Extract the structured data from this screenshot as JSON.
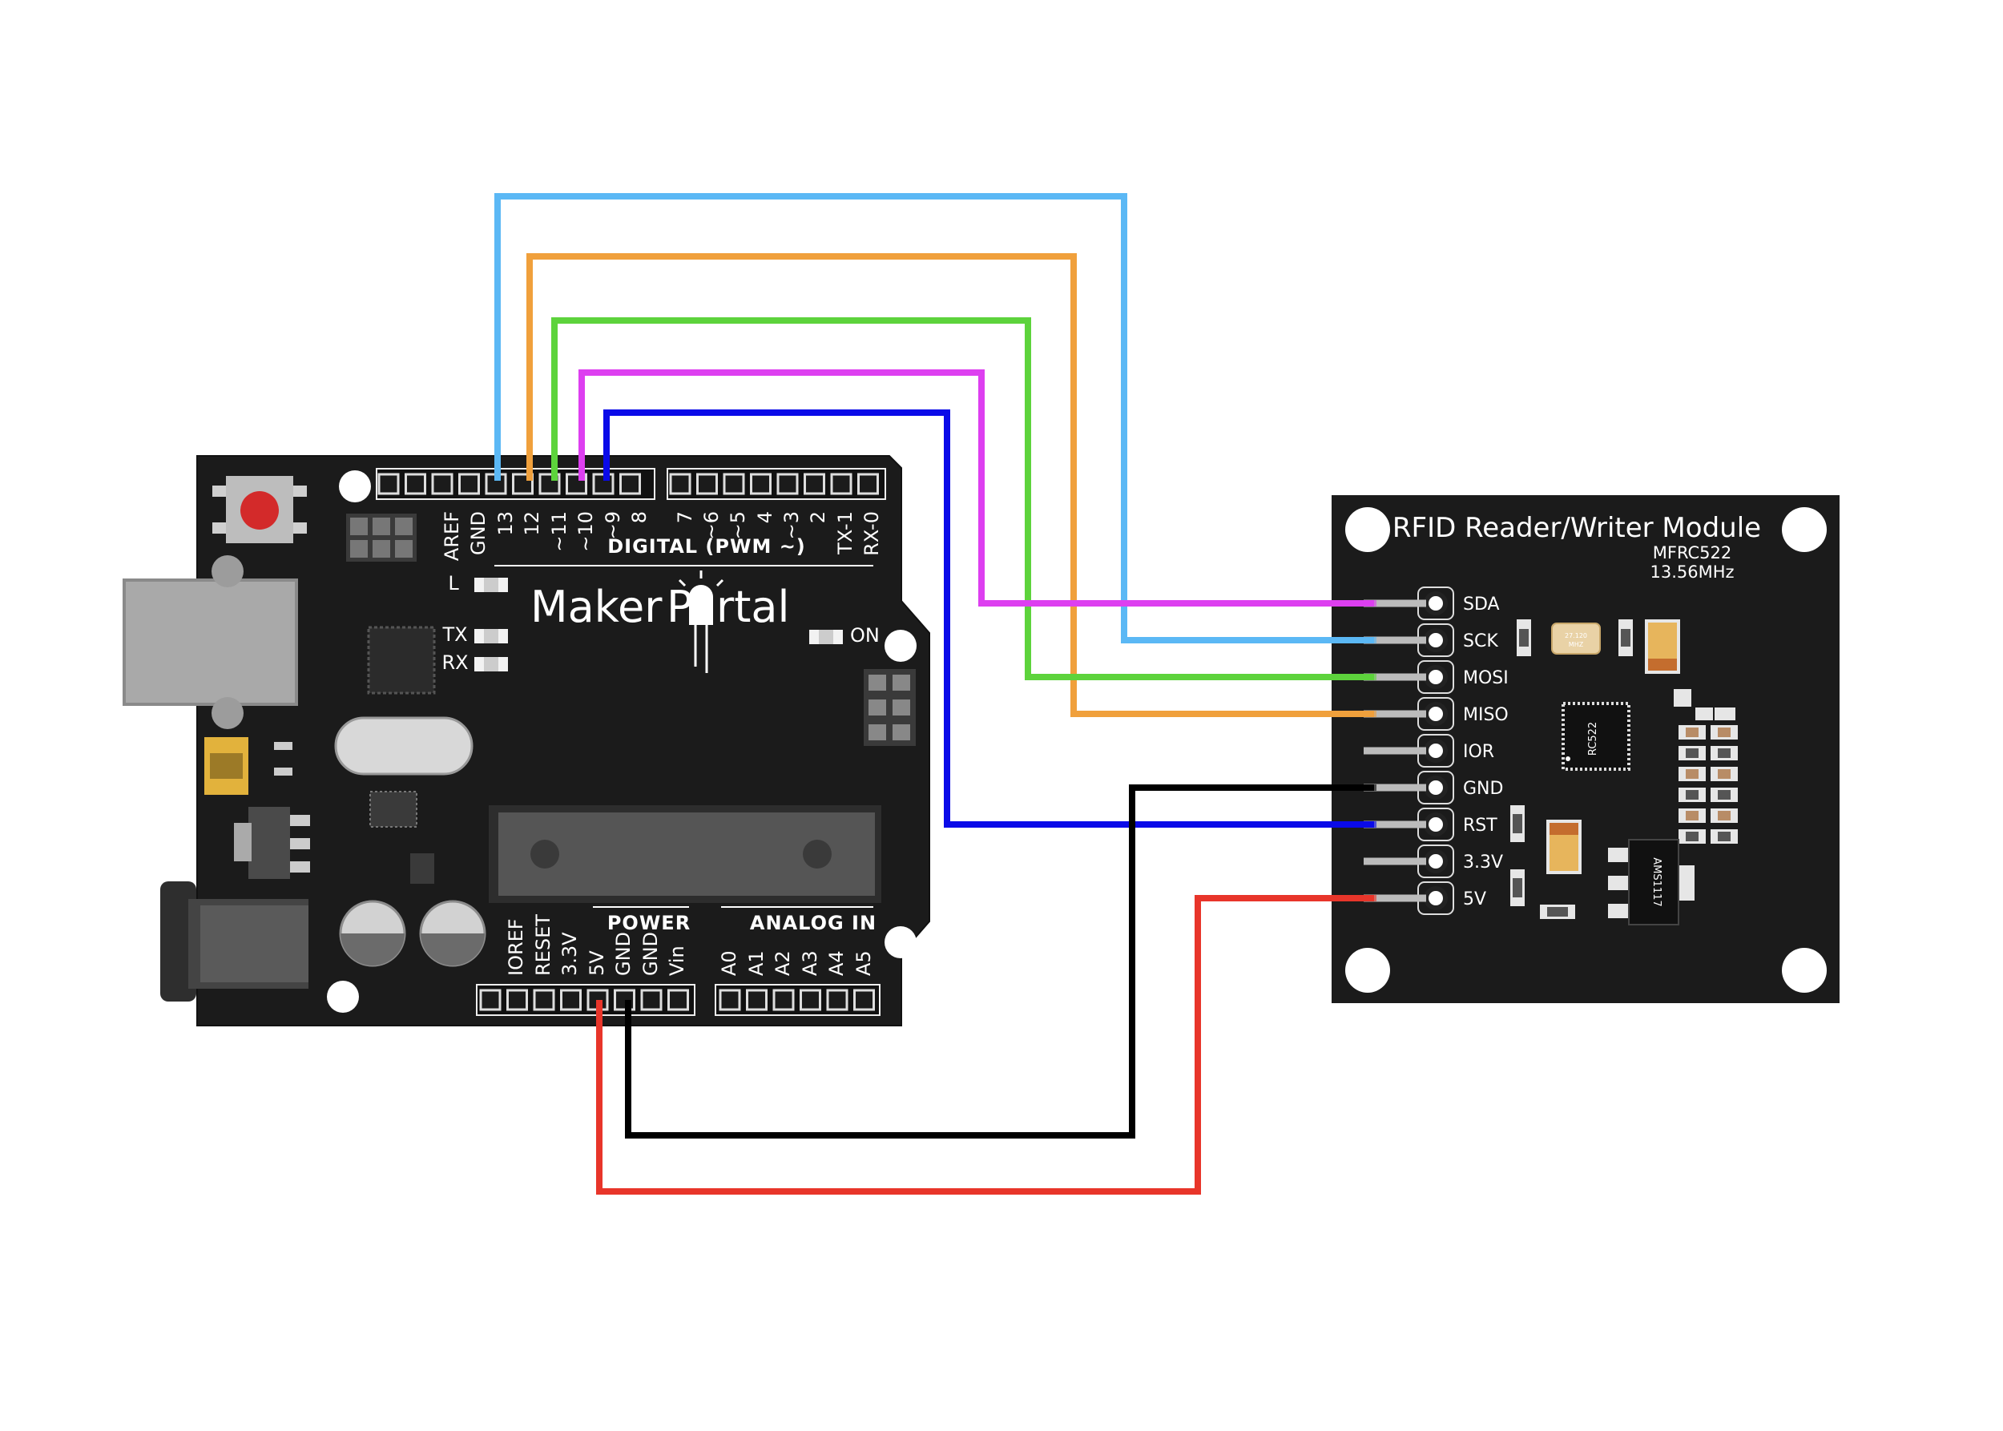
{
  "arduino": {
    "brand_left": "Maker",
    "brand_right": "P",
    "brand_end": "rtal",
    "digital_header": "DIGITAL (PWM ~)",
    "power_header": "POWER",
    "analog_header": "ANALOG IN",
    "led_l": "L",
    "led_tx": "TX",
    "led_rx": "RX",
    "led_on": "ON",
    "digital_pins": [
      "AREF",
      "GND",
      "13",
      "12",
      "~11",
      "~10",
      "~9",
      "8",
      "7",
      "~6",
      "~5",
      "4",
      "~3",
      "2",
      "TX-1",
      "RX-0"
    ],
    "power_pins": [
      "IOREF",
      "RESET",
      "3.3V",
      "5V",
      "GND",
      "GND",
      "Vin"
    ],
    "analog_pins": [
      "A0",
      "A1",
      "A2",
      "A3",
      "A4",
      "A5"
    ]
  },
  "rfid": {
    "title": "RFID Reader/Writer Module",
    "model": "MFRC522",
    "freq": "13.56MHz",
    "pins": [
      "SDA",
      "SCK",
      "MOSI",
      "MISO",
      "IOR",
      "GND",
      "RST",
      "3.3V",
      "5V"
    ],
    "chip_label": "RC522",
    "crystal_label_1": "27.120",
    "crystal_label_2": "MHZ",
    "regulator_label": "AMS1117"
  },
  "wires": [
    {
      "from": "13",
      "to": "SCK",
      "color": "#5bb8f5"
    },
    {
      "from": "12",
      "to": "MISO",
      "color": "#f0a03c"
    },
    {
      "from": "~11",
      "to": "MOSI",
      "color": "#5dd33c"
    },
    {
      "from": "~10",
      "to": "SDA",
      "color": "#dd3ff0"
    },
    {
      "from": "~9",
      "to": "RST",
      "color": "#0a0ae8"
    },
    {
      "from": "GND",
      "to": "GND",
      "color": "#000000"
    },
    {
      "from": "5V",
      "to": "5V",
      "color": "#e8352a"
    }
  ]
}
